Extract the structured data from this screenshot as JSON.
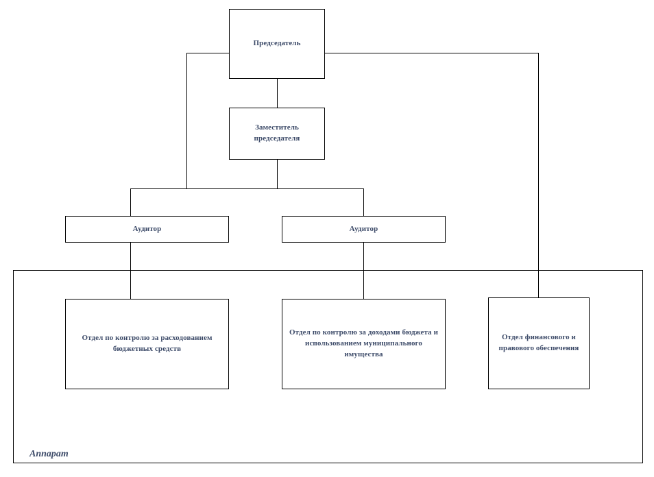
{
  "diagram": {
    "title_text": "",
    "text_color": "#3c4a68",
    "line_color": "#000000",
    "background": "#ffffff",
    "nodes": [
      {
        "id": "chairman",
        "label": "Председатель"
      },
      {
        "id": "deputy",
        "label": "Заместитель\nпредседателя"
      },
      {
        "id": "auditor1",
        "label": "Аудитор"
      },
      {
        "id": "auditor2",
        "label": "Аудитор"
      },
      {
        "id": "dept_expenditure",
        "label": "Отдел по контролю за расходованием бюджетных средств"
      },
      {
        "id": "dept_revenue",
        "label": "Отдел по контролю за доходами бюджета и использованием муниципального имущества"
      },
      {
        "id": "dept_legal",
        "label": "Отдел финансового и правового обеспечения"
      }
    ],
    "group": {
      "id": "apparatus",
      "label": "Аппарат"
    }
  }
}
